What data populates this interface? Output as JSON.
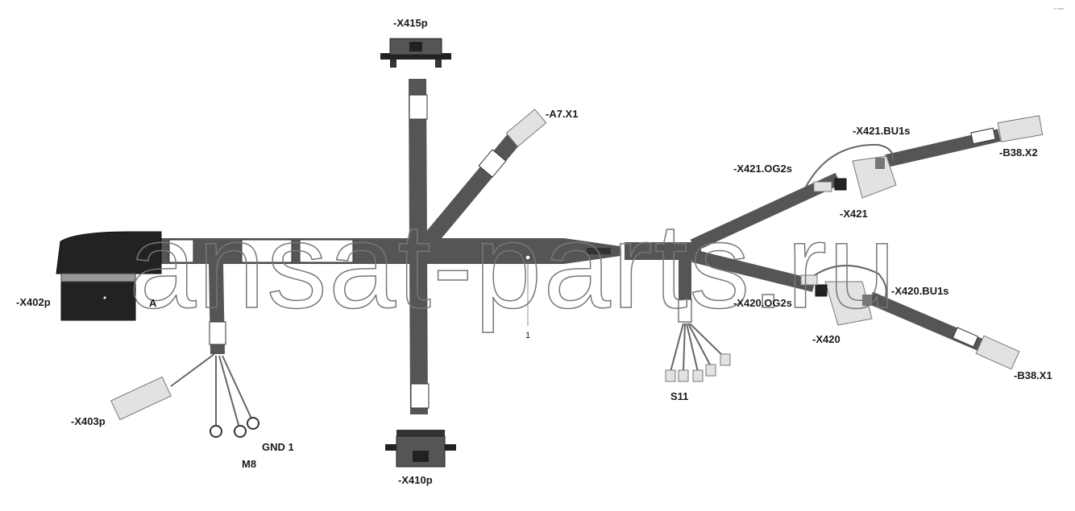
{
  "corner_mark": "▫︎ ▫︎▫︎▫︎",
  "watermark": "ansat-parts.ru",
  "labels": {
    "x415p": "-X415p",
    "a7x1": "-A7.X1",
    "x421bu1s": "-X421.BU1s",
    "b38x2": "-B38.X2",
    "x421og2s": "-X421.OG2s",
    "x421": "-X421",
    "x402p": "-X402p",
    "a": "A",
    "one": "1",
    "x420og2s": "-X420.OG2s",
    "x420bu1s": "-X420.BU1s",
    "x420": "-X420",
    "b38x1": "-B38.X1",
    "s11": "S11",
    "x403p": "-X403p",
    "gnd1": "GND 1",
    "m8": "M8",
    "x410p": "-X410p"
  },
  "colors": {
    "harness": "#555555",
    "connector_dark": "#222222",
    "connector_light": "#e2e2e2"
  }
}
